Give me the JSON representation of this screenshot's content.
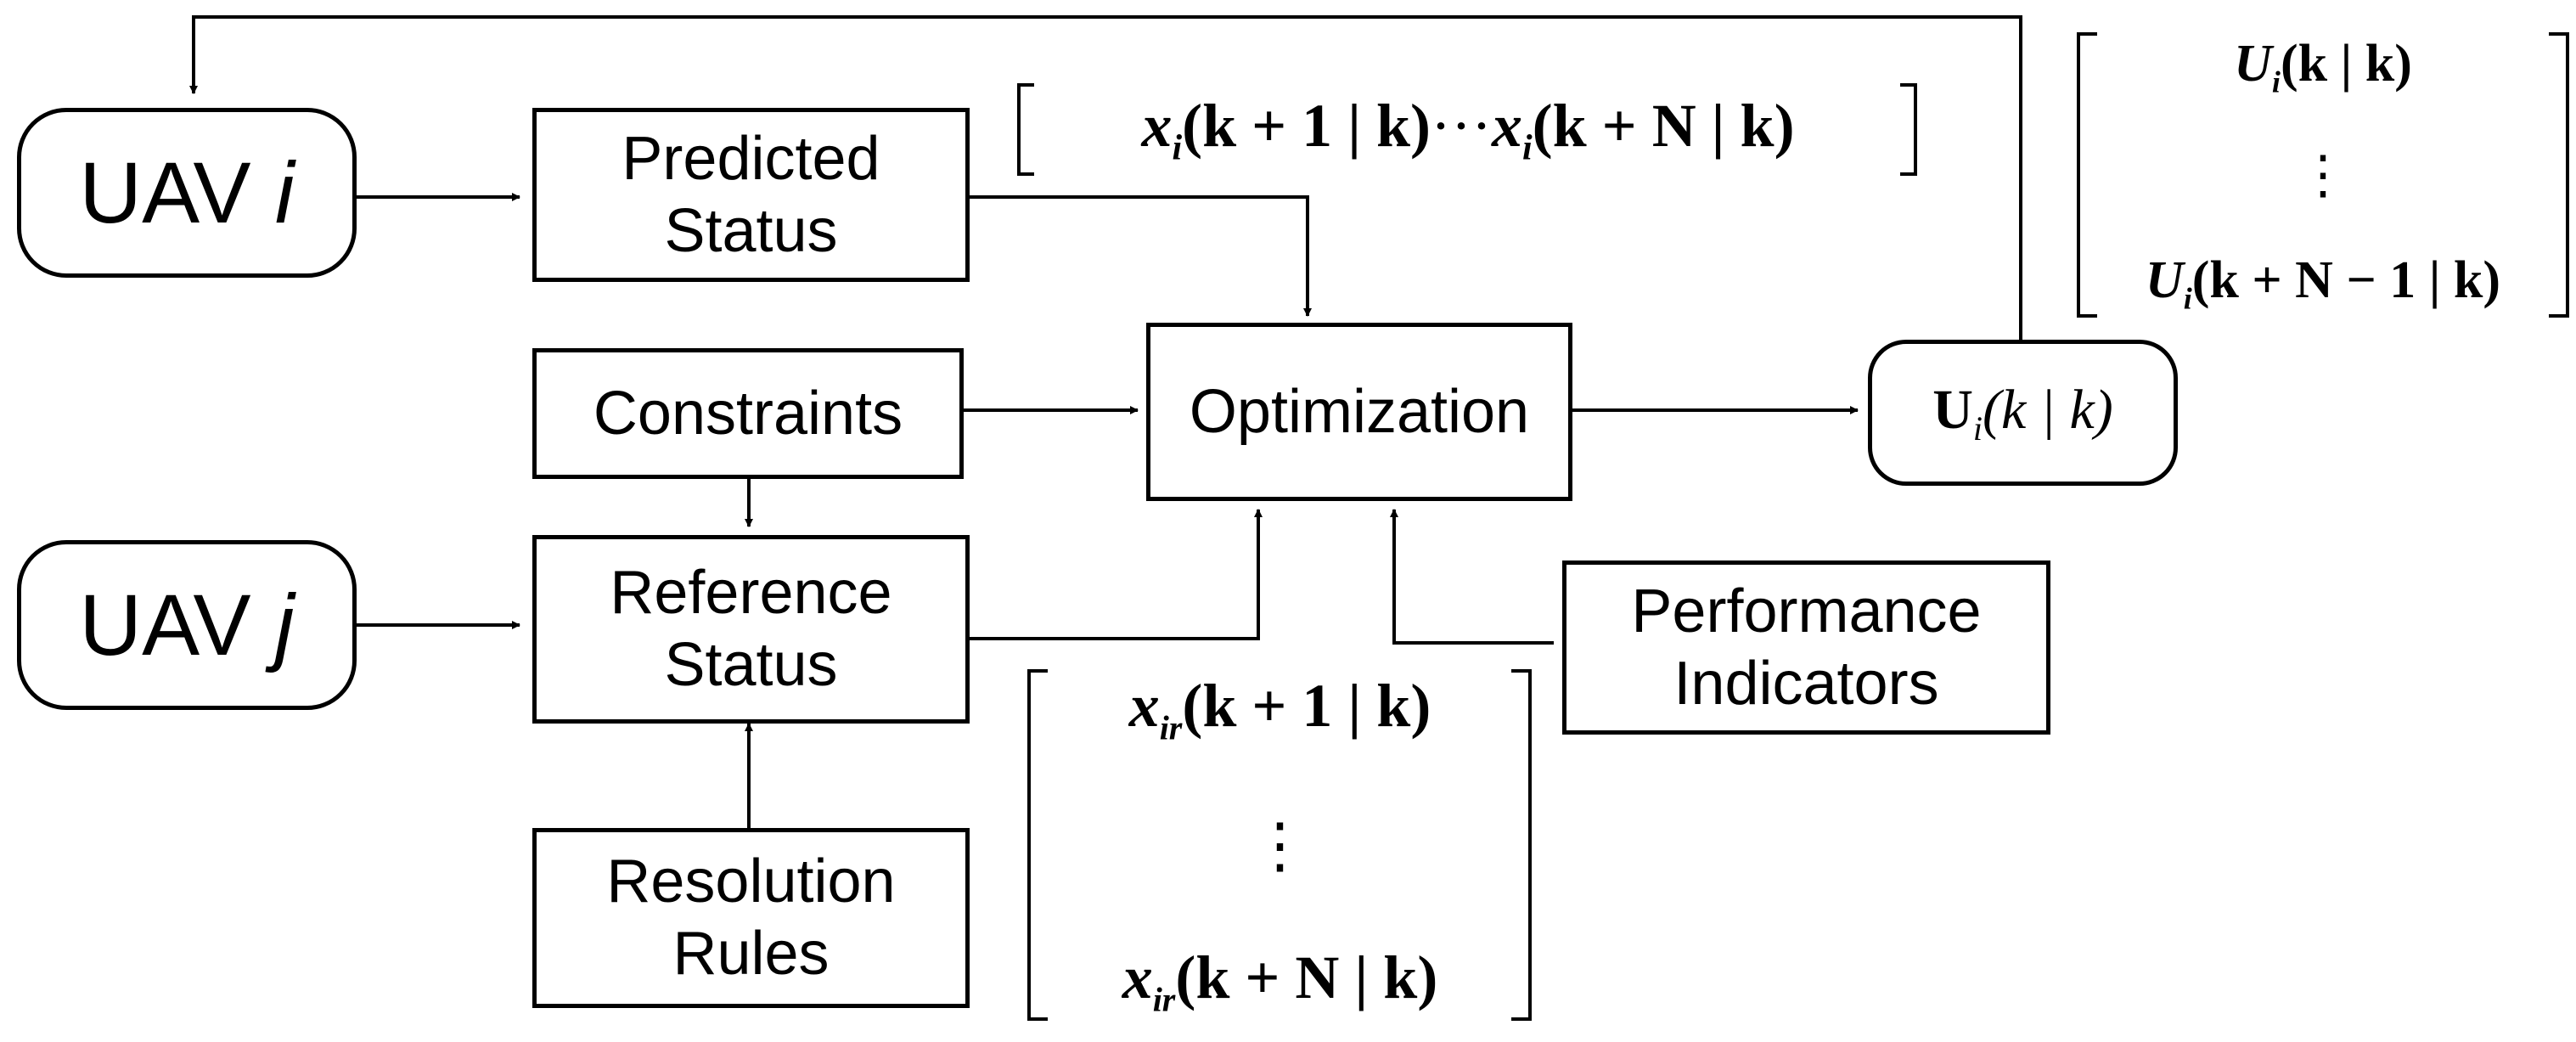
{
  "nodes": {
    "uav_i": {
      "prefix": "UAV",
      "var": "i"
    },
    "uav_j": {
      "prefix": "UAV",
      "var": "j"
    },
    "predicted_status": {
      "line1": "Predicted",
      "line2": "Status"
    },
    "constraints": {
      "label": "Constraints"
    },
    "optimization": {
      "label": "Optimization"
    },
    "reference_status": {
      "line1": "Reference",
      "line2": "Status"
    },
    "resolution_rules": {
      "line1": "Resolution",
      "line2": "Rules"
    },
    "performance_indicators": {
      "line1": "Performance",
      "line2": "Indicators"
    },
    "control_output": {
      "symbol": "U",
      "sub": "i",
      "arg": "(k | k)"
    }
  },
  "annotations": {
    "predicted_sequence": {
      "var": "x",
      "sub": "i",
      "first": "(k + 1 | k)",
      "dots": "···",
      "last": "(k + N | k)"
    },
    "reference_sequence": {
      "var": "x",
      "sub": "ir",
      "first": "(k + 1 | k)",
      "vdots": "⋮",
      "last": "(k + N | k)"
    },
    "control_sequence": {
      "var": "U",
      "sub": "i",
      "first": "(k | k)",
      "vdots": "⋮",
      "last": "(k + N − 1 | k)"
    }
  }
}
